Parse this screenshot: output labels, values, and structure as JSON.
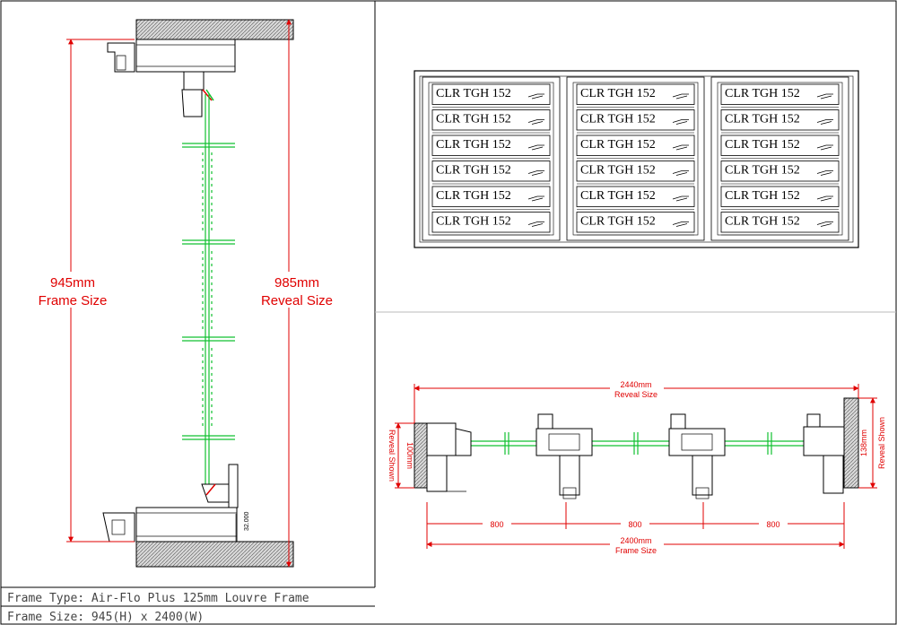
{
  "section_view": {
    "frame_dim": {
      "value": "945mm",
      "label": "Frame Size"
    },
    "reveal_dim": {
      "value": "985mm",
      "label": "Reveal Size"
    },
    "small_dim": "32.000"
  },
  "elevation_view": {
    "blade_label": "CLR TGH 152",
    "columns": 3,
    "rows": 6
  },
  "plan_view": {
    "reveal_width": {
      "value": "2440mm",
      "label": "Reveal Size"
    },
    "frame_width": {
      "value": "2400mm",
      "label": "Frame Size"
    },
    "left_reveal": {
      "value": "100mm",
      "label": "Reveal Shown"
    },
    "right_reveal": {
      "value": "138mm",
      "label": "Reveal Shown"
    },
    "segments": [
      "800",
      "800",
      "800"
    ]
  },
  "title_block": {
    "frame_type": "Frame Type: Air-Flo Plus 125mm Louvre Frame",
    "frame_size": "Frame Size: 945(H) x 2400(W)"
  }
}
